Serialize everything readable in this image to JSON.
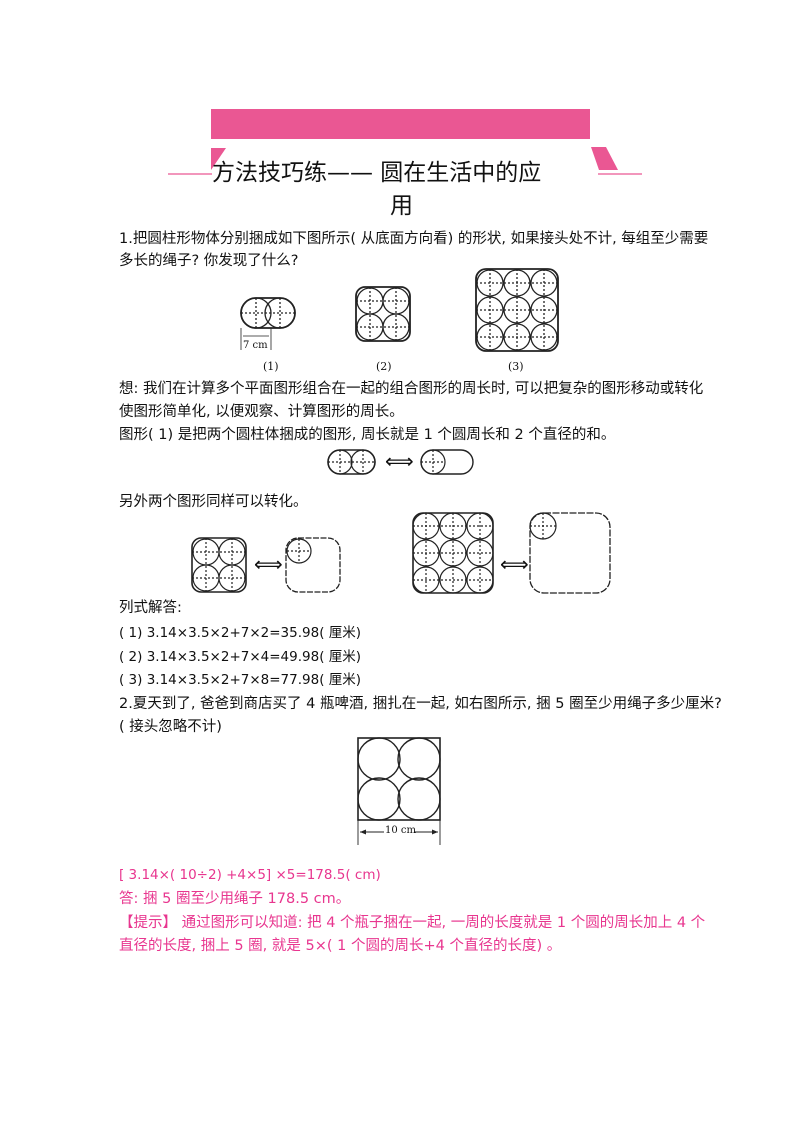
{
  "header": {
    "title_line1": "方法技巧练—— 圆在生活中的应",
    "title_line2": "用",
    "accent_color": "#ea5793"
  },
  "q1": {
    "line1": "1.把圆柱形物体分别捆成如下图所示( 从底面方向看) 的形状, 如果接头处不计, 每组至少需要",
    "line2": "多长的绳子? 你发现了什么?",
    "fig_labels": [
      "(1)",
      "(2)",
      "(3)"
    ],
    "dim_label": "7 cm"
  },
  "think": {
    "line1": "想: 我们在计算多个平面图形组合在一起的组合图形的周长时, 可以把复杂的图形移动或转化",
    "line2": "使图形简单化, 以便观察、计算图形的周长。",
    "line3": "图形( 1) 是把两个圆柱体捆成的图形, 周长就是 1 个圆周长和 2 个直径的和。",
    "line4": "另外两个图形同样可以转化。",
    "arrow": "⟺"
  },
  "solution": {
    "heading": "列式解答:",
    "eq1": "( 1) 3.14×3.5×2+7×2=35.98( 厘米)",
    "eq2": "( 2) 3.14×3.5×2+7×4=49.98( 厘米)",
    "eq3": "( 3) 3.14×3.5×2+7×8=77.98( 厘米)"
  },
  "q2": {
    "line1": "2.夏天到了, 爸爸到商店买了 4 瓶啤酒, 捆扎在一起, 如右图所示, 捆 5 圈至少用绳子多少厘米?",
    "line2": "( 接头忽略不计)",
    "dim_label": "10 cm"
  },
  "answer": {
    "formula": "[ 3.14×( 10÷2) +4×5] ×5=178.5( cm)",
    "result": "答: 捆 5 圈至少用绳子 178.5   cm。",
    "hint_line1": "【提示】   通过图形可以知道: 把 4 个瓶子捆在一起, 一周的长度就是 1 个圆的周长加上 4 个",
    "hint_line2": "直径的长度, 捆上 5 圈, 就是 5×( 1 个圆的周长+4 个直径的长度) 。",
    "color": "#e8368f"
  }
}
